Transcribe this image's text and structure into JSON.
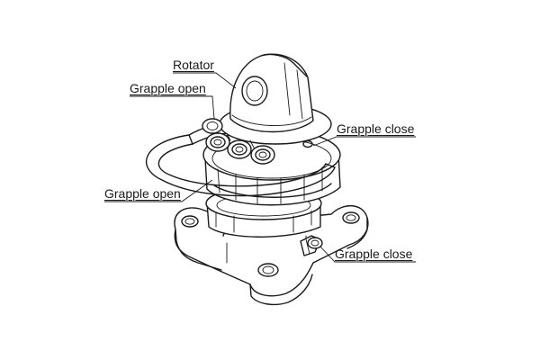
{
  "figure": {
    "background": "#ffffff",
    "line_color": "#1a1a1a",
    "subject": "hydraulic grapple rotator line drawing"
  },
  "labels": {
    "rotator": "Rotator",
    "grapple_open_top": "Grapple open",
    "grapple_close_top": "Grapple close",
    "grapple_open_side": "Grapple open",
    "grapple_close_bottom": "Grapple close"
  }
}
